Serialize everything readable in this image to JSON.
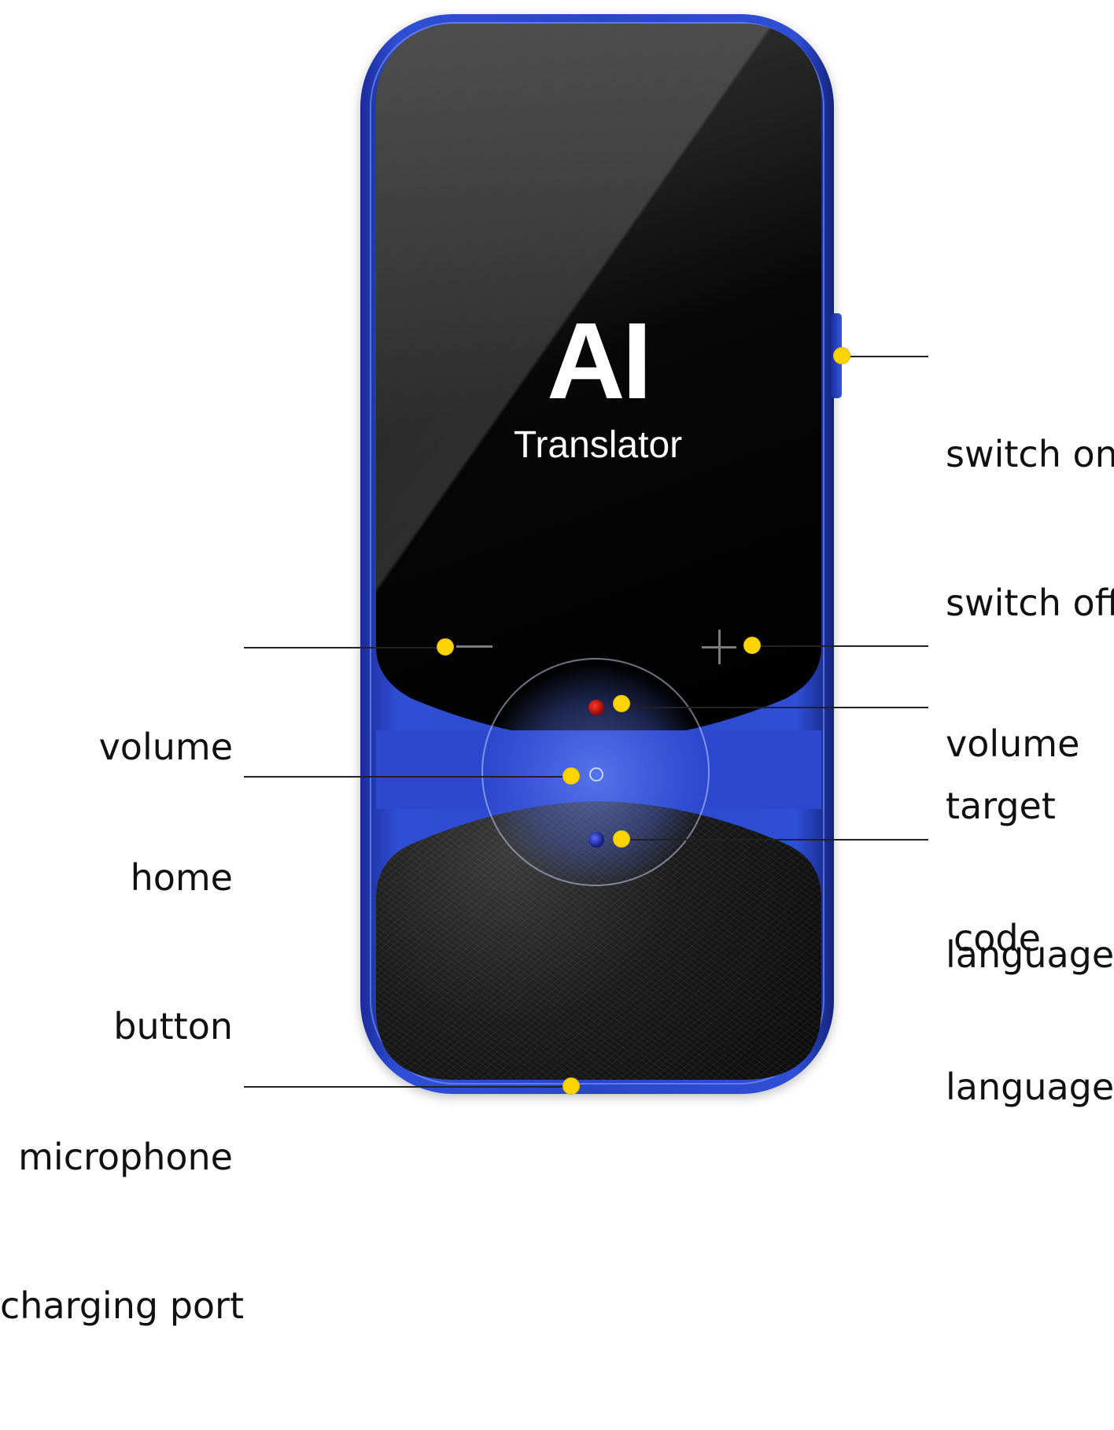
{
  "device": {
    "screen_title": "AI",
    "screen_subtitle": "Translator",
    "body_color": "#2b48cf",
    "callout_dot_color": "#ffd400"
  },
  "callouts": {
    "power": {
      "line1": "switch on",
      "line2": "switch off"
    },
    "volume_down": {
      "line1": "volume"
    },
    "volume_up": {
      "line1": "volume"
    },
    "target_language": {
      "line1": "target",
      "line2": "language"
    },
    "home_button": {
      "line1": "home",
      "line2": "button"
    },
    "code_language": {
      "line1": "code",
      "line2": "language"
    },
    "microphone": {
      "line1": "microphone",
      "line2": "charging port"
    }
  },
  "icons": [
    "minus-icon",
    "plus-icon",
    "home-ring-icon",
    "red-indicator-icon",
    "blue-indicator-icon"
  ]
}
